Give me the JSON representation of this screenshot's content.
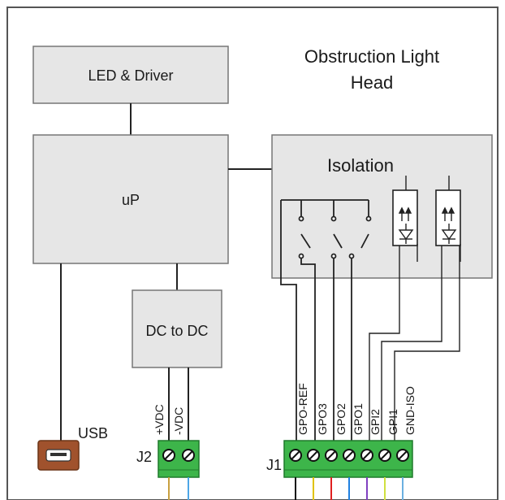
{
  "title": {
    "line1": "Obstruction Light",
    "line2": "Head"
  },
  "blocks": {
    "led_driver": "LED & Driver",
    "microprocessor": "uP",
    "dc_to_dc": "DC to DC",
    "isolation": "Isolation"
  },
  "connectors": {
    "usb_label": "USB",
    "j2_label": "J2",
    "j1_label": "J1"
  },
  "j2_pins": [
    "+VDC",
    "-VDC"
  ],
  "j1_pins": [
    "GPO-REF",
    "GPO3",
    "GPO2",
    "GPO1",
    "GPI2",
    "GPI1",
    "GND-ISO"
  ],
  "colors": {
    "block_fill": "#e6e6e6",
    "terminal_green": "#3db54a",
    "usb_brown": "#a0522d",
    "j2_wire_plus": "#c8a040",
    "j2_wire_minus": "#4da6e6",
    "j1_wires": [
      "#111111",
      "#e0c200",
      "#e02020",
      "#2080e0",
      "#8040c0",
      "#d0e040",
      "#6bb0e0"
    ]
  }
}
